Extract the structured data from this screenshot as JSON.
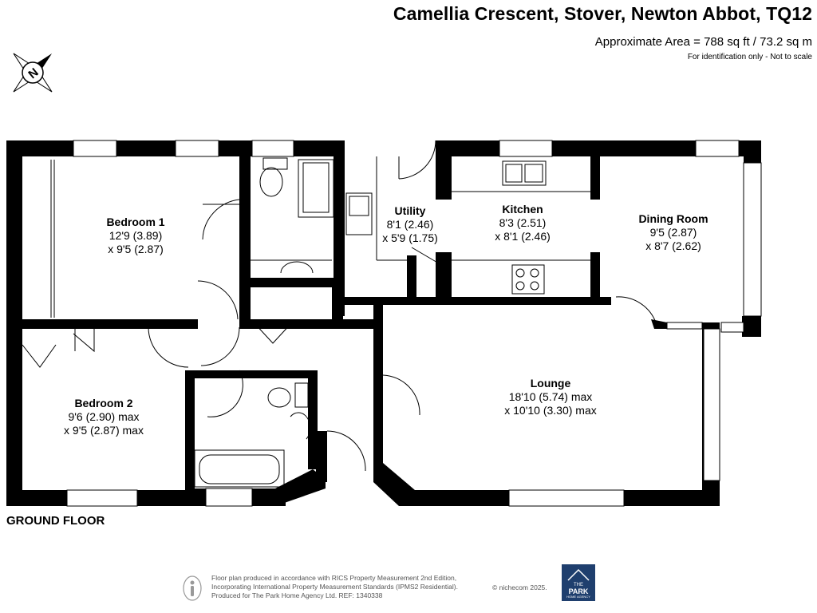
{
  "header": {
    "address": "Camellia Crescent, Stover, Newton Abbot, TQ12",
    "area": "Approximate Area = 788 sq ft / 73.2 sq m",
    "note": "For identification only - Not to scale"
  },
  "compass": {
    "letter": "N"
  },
  "floor": {
    "label": "GROUND FLOOR"
  },
  "rooms": {
    "bedroom1": {
      "name": "Bedroom 1",
      "d1": "12'9 (3.89)",
      "d2": "x 9'5 (2.87)"
    },
    "bedroom2": {
      "name": "Bedroom 2",
      "d1": "9'6 (2.90) max",
      "d2": "x 9'5 (2.87) max"
    },
    "utility": {
      "name": "Utility",
      "d1": "8'1 (2.46)",
      "d2": "x 5'9 (1.75)"
    },
    "kitchen": {
      "name": "Kitchen",
      "d1": "8'3 (2.51)",
      "d2": "x 8'1 (2.46)"
    },
    "dining": {
      "name": "Dining Room",
      "d1": "9'5 (2.87)",
      "d2": "x 8'7 (2.62)"
    },
    "lounge": {
      "name": "Lounge",
      "d1": "18'10 (5.74) max",
      "d2": "x 10'10 (3.30) max"
    }
  },
  "footer": {
    "line1": "Floor plan produced in accordance with RICS Property Measurement 2nd Edition,",
    "line2": "Incorporating International Property Measurement Standards (IPMS2 Residential).",
    "line3": "Produced for The Park Home Agency Ltd.   REF:  1340338",
    "copyright": "© nichecom 2025.",
    "logo_line1": "THE",
    "logo_line2": "PARK",
    "logo_line3": "HOME AGENCY"
  },
  "colors": {
    "wall": "#000000",
    "window": "#ffffff",
    "logo_bg": "#1f3f6e"
  }
}
